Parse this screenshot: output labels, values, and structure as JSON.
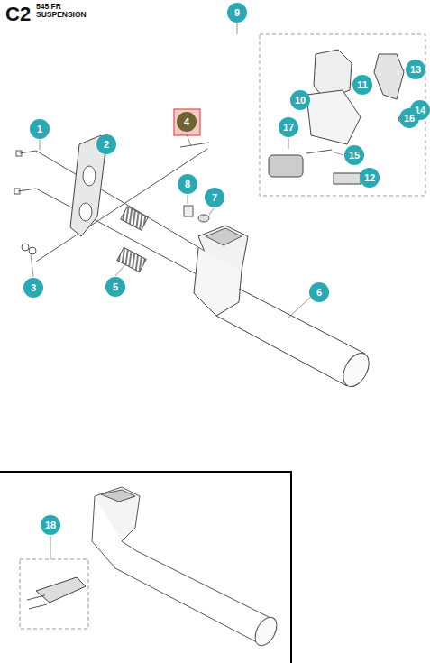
{
  "diagram": {
    "title": "C2",
    "labels": [
      "545 FR",
      "SUSPENSION",
      "9",
      "4",
      "11",
      "13",
      "1",
      "2",
      "10",
      "14",
      "17",
      "16",
      "8",
      "7",
      "15",
      "12",
      "3",
      "5",
      "6",
      "18"
    ]
  }
}
